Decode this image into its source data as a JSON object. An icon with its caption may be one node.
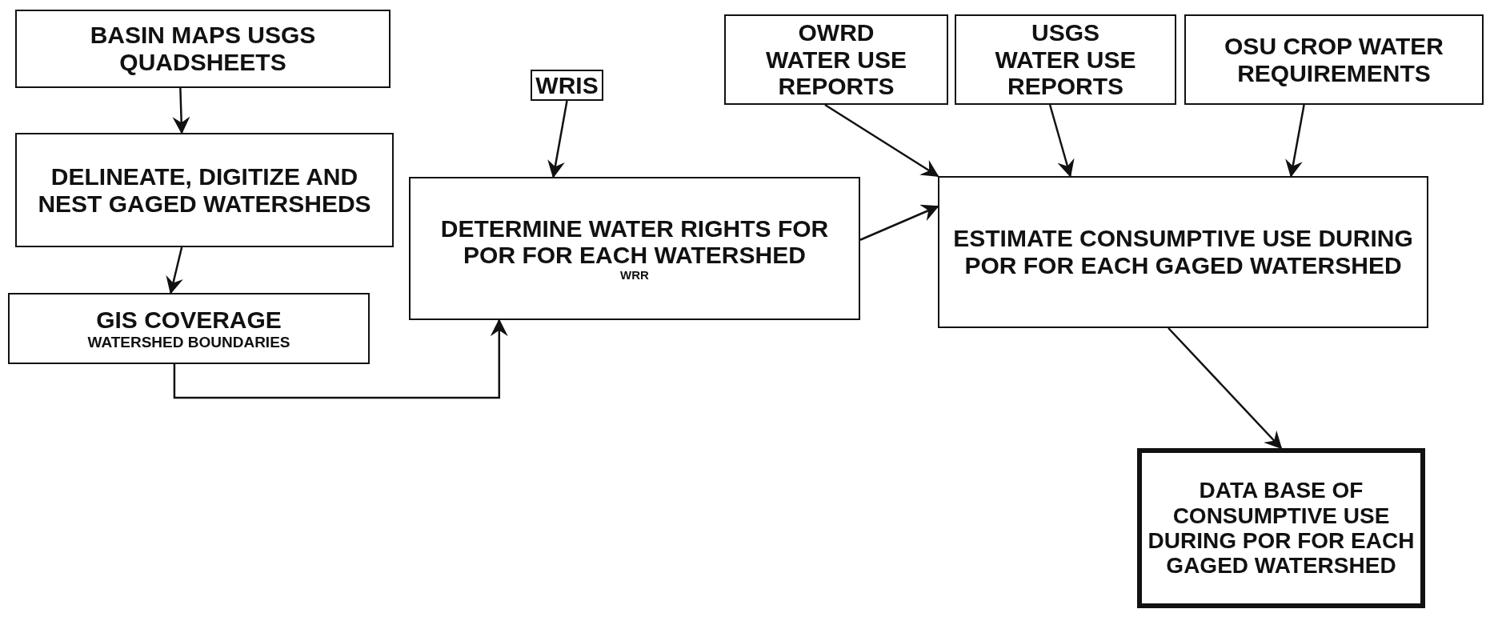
{
  "diagram": {
    "nodes": [
      {
        "text": [
          "BASIN MAPS USGS QUADSHEETS"
        ]
      },
      {
        "text": [
          "DELINEATE, DIGITIZE AND NEST GAGED WATERSHEDS"
        ]
      },
      {
        "text": [
          "GIS COVERAGE",
          "WATERSHED BOUNDARIES"
        ]
      },
      {
        "text": [
          "WRIS"
        ]
      },
      {
        "text": [
          "DETERMINE WATER RIGHTS FOR POR FOR EACH WATERSHED",
          "WRR"
        ]
      },
      {
        "text": [
          "OWRD WATER USE REPORTS"
        ]
      },
      {
        "text": [
          "USGS WATER USE REPORTS"
        ]
      },
      {
        "text": [
          "OSU CROP WATER REQUIREMENTS"
        ]
      },
      {
        "text": [
          "ESTIMATE CONSUMPTIVE USE DURING POR FOR EACH GAGED WATERSHED"
        ]
      },
      {
        "text": [
          "DATA BASE OF CONSUMPTIVE USE DURING POR FOR EACH GAGED WATERSHED"
        ]
      }
    ],
    "edges": [
      {
        "from": 0,
        "to": 1,
        "arrow": "to"
      },
      {
        "from": 1,
        "to": 2,
        "arrow": "to"
      },
      {
        "from": 3,
        "to": 4,
        "arrow": "to"
      },
      {
        "from": 2,
        "to": 4,
        "arrow": "to"
      },
      {
        "from": 5,
        "to": 8,
        "arrow": "to"
      },
      {
        "from": 6,
        "to": 8,
        "arrow": "to"
      },
      {
        "from": 7,
        "to": 8,
        "arrow": "to"
      },
      {
        "from": 4,
        "to": 8,
        "arrow": "to"
      },
      {
        "from": 8,
        "to": 9,
        "arrow": "to"
      }
    ]
  }
}
